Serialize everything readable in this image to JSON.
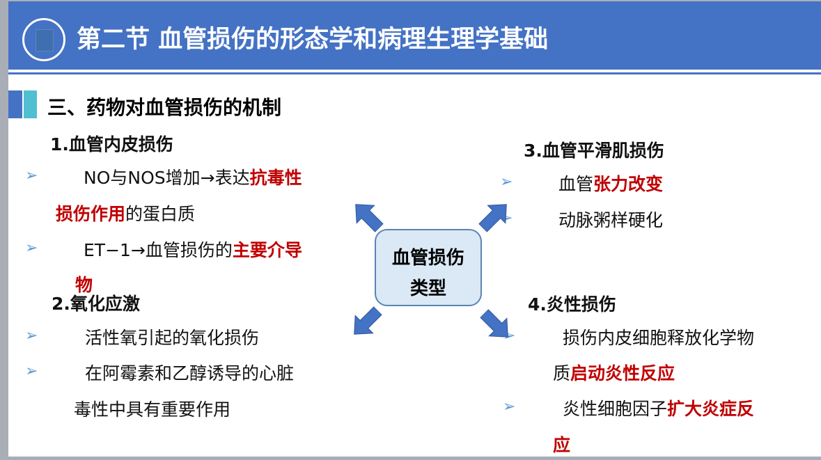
{
  "header": {
    "title": "第二节 血管损伤的形态学和病理生理学基础"
  },
  "section": {
    "title": "三、药物对血管损伤的机制"
  },
  "center": {
    "line1": "血管损伤",
    "line2": "类型"
  },
  "bullet": "➢",
  "g1": {
    "heading": "1.血管内皮损伤",
    "i1": {
      "a": "NO与NOS增加→表达",
      "b": "抗毒性",
      "c": "损伤作用",
      "d": "的蛋白质"
    },
    "i2": {
      "a": "ET−1→血管损伤的",
      "b": "主要介导",
      "c": "物"
    }
  },
  "g2": {
    "heading": "2.氧化应激",
    "i1": "活性氧引起的氧化损伤",
    "i2a": "在阿霉素和乙醇诱导的心脏",
    "i2b": "毒性中具有重要作用"
  },
  "g3": {
    "heading": "3.血管平滑肌损伤",
    "i1a": "血管",
    "i1b": "张力改变",
    "i2": "动脉粥样硬化"
  },
  "g4": {
    "heading": "4.炎性损伤",
    "i1a": "损伤内皮细胞释放化学物",
    "i1b": "质",
    "i1c": "启动炎性反应",
    "i2a": "炎性细胞因子",
    "i2b": "扩大炎症反",
    "i2c": "应"
  },
  "colors": {
    "accent": "#4472c4",
    "highlight": "#c00000",
    "bullet": "#5b9bd5"
  }
}
